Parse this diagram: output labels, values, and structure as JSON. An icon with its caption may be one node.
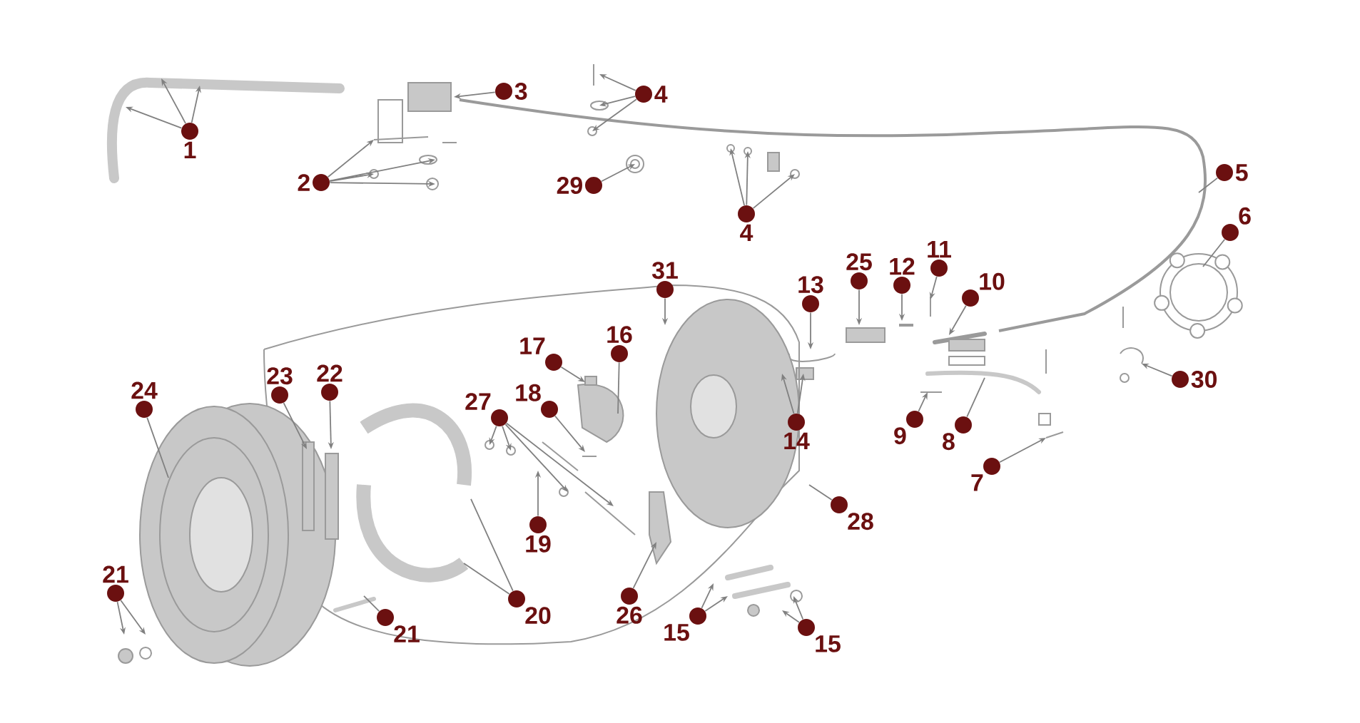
{
  "diagram": {
    "nodes": [
      {
        "text": [
          "1"
        ]
      },
      {
        "text": [
          "2"
        ]
      },
      {
        "text": [
          "3"
        ]
      },
      {
        "text": [
          "4"
        ]
      },
      {
        "text": [
          "29"
        ]
      },
      {
        "text": [
          "4"
        ]
      },
      {
        "text": [
          "5"
        ]
      },
      {
        "text": [
          "6"
        ]
      },
      {
        "text": [
          "31"
        ]
      },
      {
        "text": [
          "13"
        ]
      },
      {
        "text": [
          "25"
        ]
      },
      {
        "text": [
          "12"
        ]
      },
      {
        "text": [
          "11"
        ]
      },
      {
        "text": [
          "10"
        ]
      },
      {
        "text": [
          "24"
        ]
      },
      {
        "text": [
          "23"
        ]
      },
      {
        "text": [
          "22"
        ]
      },
      {
        "text": [
          "17"
        ]
      },
      {
        "text": [
          "16"
        ]
      },
      {
        "text": [
          "27"
        ]
      },
      {
        "text": [
          "18"
        ]
      },
      {
        "text": [
          "14"
        ]
      },
      {
        "text": [
          "9"
        ]
      },
      {
        "text": [
          "8"
        ]
      },
      {
        "text": [
          "30"
        ]
      },
      {
        "text": [
          "7"
        ]
      },
      {
        "text": [
          "28"
        ]
      },
      {
        "text": [
          "19"
        ]
      },
      {
        "text": [
          "21"
        ]
      },
      {
        "text": [
          "20"
        ]
      },
      {
        "text": [
          "26"
        ]
      },
      {
        "text": [
          "21"
        ]
      },
      {
        "text": [
          "15"
        ]
      },
      {
        "text": [
          "15"
        ]
      }
    ],
    "edges": [
      {
        "from": 0,
        "to": null,
        "arrow": "to"
      },
      {
        "from": 0,
        "to": null,
        "arrow": "to"
      },
      {
        "from": 0,
        "to": null,
        "arrow": "to"
      },
      {
        "from": 1,
        "to": null,
        "arrow": "to"
      },
      {
        "from": 1,
        "to": null,
        "arrow": "to"
      },
      {
        "from": 1,
        "to": null,
        "arrow": "to"
      },
      {
        "from": 1,
        "to": null,
        "arrow": "to"
      },
      {
        "from": 2,
        "to": null,
        "arrow": "to"
      },
      {
        "from": 3,
        "to": null,
        "arrow": "to"
      },
      {
        "from": 3,
        "to": null,
        "arrow": "to"
      },
      {
        "from": 3,
        "to": null,
        "arrow": "to"
      },
      {
        "from": 4,
        "to": null,
        "arrow": "to"
      },
      {
        "from": 5,
        "to": null,
        "arrow": "to"
      },
      {
        "from": 5,
        "to": null,
        "arrow": "to"
      },
      {
        "from": 5,
        "to": null,
        "arrow": "to"
      },
      {
        "from": 6,
        "to": null,
        "arrow": "none"
      },
      {
        "from": 7,
        "to": null,
        "arrow": "none"
      },
      {
        "from": 8,
        "to": null,
        "arrow": "to"
      },
      {
        "from": 9,
        "to": null,
        "arrow": "to"
      },
      {
        "from": 10,
        "to": null,
        "arrow": "to"
      },
      {
        "from": 11,
        "to": null,
        "arrow": "to"
      },
      {
        "from": 12,
        "to": null,
        "arrow": "to"
      },
      {
        "from": 13,
        "to": null,
        "arrow": "to"
      },
      {
        "from": 14,
        "to": null,
        "arrow": "none"
      },
      {
        "from": 15,
        "to": null,
        "arrow": "to"
      },
      {
        "from": 16,
        "to": null,
        "arrow": "to"
      },
      {
        "from": 17,
        "to": null,
        "arrow": "to"
      },
      {
        "from": 18,
        "to": null,
        "arrow": "none"
      },
      {
        "from": 19,
        "to": null,
        "arrow": "to"
      },
      {
        "from": 19,
        "to": null,
        "arrow": "to"
      },
      {
        "from": 19,
        "to": null,
        "arrow": "to"
      },
      {
        "from": 19,
        "to": null,
        "arrow": "to"
      },
      {
        "from": 20,
        "to": null,
        "arrow": "to"
      },
      {
        "from": 21,
        "to": null,
        "arrow": "to"
      },
      {
        "from": 21,
        "to": null,
        "arrow": "to"
      },
      {
        "from": 22,
        "to": null,
        "arrow": "to"
      },
      {
        "from": 23,
        "to": null,
        "arrow": "none"
      },
      {
        "from": 24,
        "to": null,
        "arrow": "to"
      },
      {
        "from": 25,
        "to": null,
        "arrow": "to"
      },
      {
        "from": 26,
        "to": null,
        "arrow": "none"
      },
      {
        "from": 27,
        "to": null,
        "arrow": "to"
      },
      {
        "from": 28,
        "to": null,
        "arrow": "to"
      },
      {
        "from": 28,
        "to": null,
        "arrow": "to"
      },
      {
        "from": 29,
        "to": null,
        "arrow": "none"
      },
      {
        "from": 29,
        "to": null,
        "arrow": "none"
      },
      {
        "from": 30,
        "to": null,
        "arrow": "to"
      },
      {
        "from": 31,
        "to": null,
        "arrow": "none"
      },
      {
        "from": 32,
        "to": null,
        "arrow": "to"
      },
      {
        "from": 32,
        "to": null,
        "arrow": "to"
      },
      {
        "from": 33,
        "to": null,
        "arrow": "to"
      },
      {
        "from": 33,
        "to": null,
        "arrow": "to"
      }
    ]
  }
}
